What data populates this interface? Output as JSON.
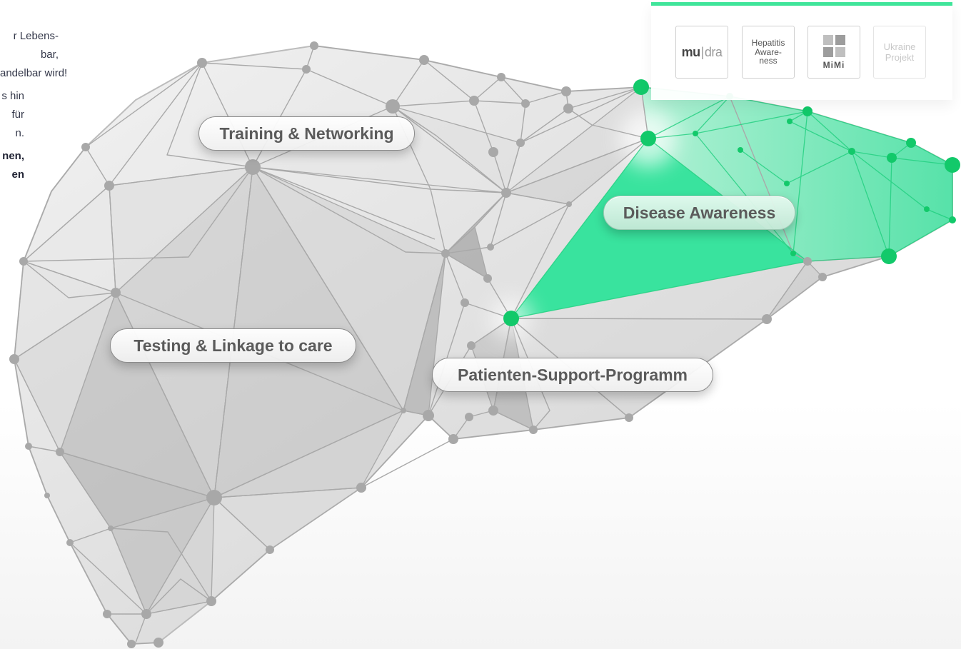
{
  "intro": {
    "lines": [
      "r Lebens-",
      "bar,",
      "andelbar wird!"
    ],
    "lines2": [
      "s hin",
      "für",
      "n."
    ],
    "bold_lines": [
      "nen,",
      "en"
    ]
  },
  "labels": {
    "training": "Training & Networking",
    "disease": "Disease Awareness",
    "testing": "Testing & Linkage to care",
    "patienten": "Patienten-Support-Programm"
  },
  "logos": {
    "mudra_left": "mu",
    "mudra_sep": "|",
    "mudra_right": "dra",
    "hepatitis": [
      "Hepatitis",
      "Aware-",
      "ness"
    ],
    "mimi": "MiMi",
    "ukraine": [
      "Ukraine",
      "Projekt"
    ]
  },
  "colors": {
    "accent_green": "#2fe39a",
    "node_green": "#10c86a",
    "mesh_gray": "#a9a9a9",
    "text_dark": "#34384a"
  }
}
